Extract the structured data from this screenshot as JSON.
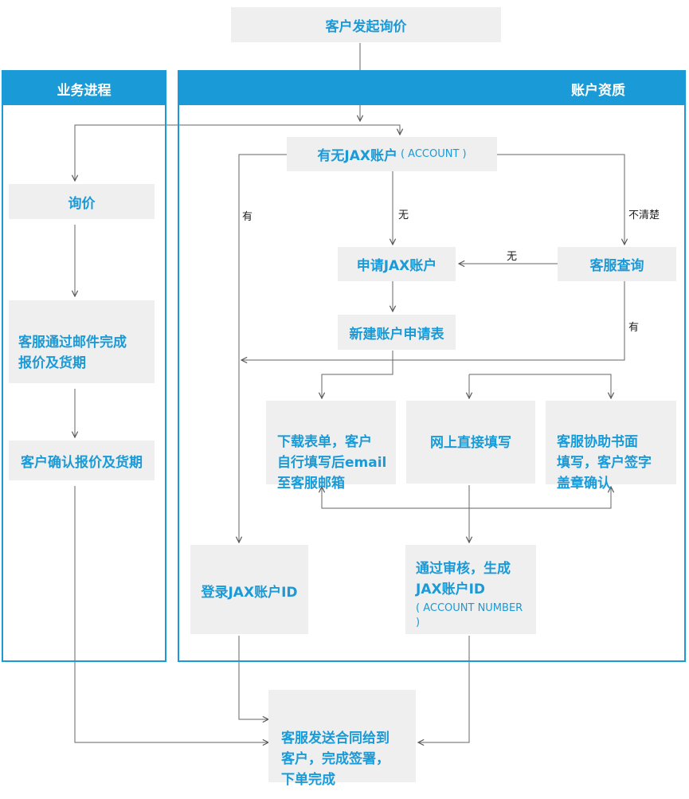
{
  "start": {
    "text": "客户发起询价"
  },
  "left_panel": {
    "title": "业务进程",
    "steps": [
      "询价",
      "客服通过邮件完成\n报价及货期",
      "客户确认报价及货期"
    ]
  },
  "right_panel": {
    "title": "账户资质",
    "has_account": {
      "text": "有无JAX账户",
      "sub": "( ACCOUNT )"
    },
    "apply": "申请JAX账户",
    "cs_query": "客服查询",
    "new_form": "新建账户申请表",
    "option_download": "下载表单，客户\n自行填写后email\n至客服邮箱",
    "option_online": "网上直接填写",
    "option_assist": "客服协助书面\n填写，客户签字\n盖章确认",
    "login": "登录JAX账户ID",
    "approved": {
      "text": "通过审核，生成\nJAX账户ID",
      "sub": "( ACCOUNT NUMBER )"
    }
  },
  "final": {
    "text": "客服发送合同给到\n客户，完成签署，\n下单完成"
  },
  "edge_labels": {
    "yes_left": "有",
    "no_mid": "无",
    "unclear": "不清楚",
    "no_from_query": "无",
    "yes_from_query": "有"
  },
  "colors": {
    "accent": "#1a9ad6",
    "box": "#efefef",
    "line": "#555555"
  }
}
